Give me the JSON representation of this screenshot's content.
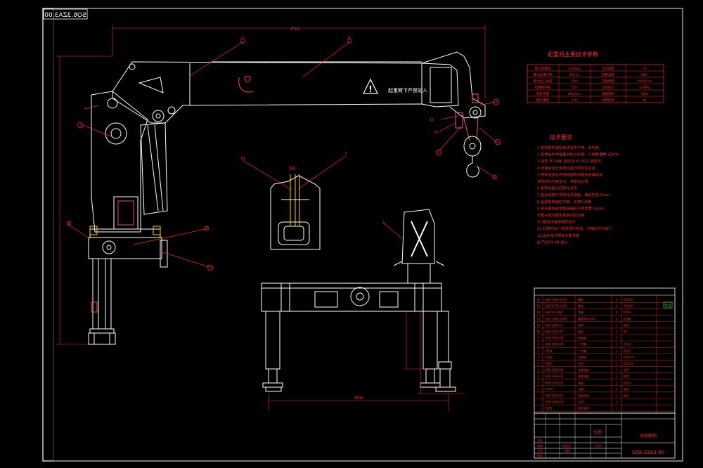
{
  "drawing": {
    "code": "SQ6.3ZA3.00",
    "code_mirrored": "SQ6.3ZA3.00",
    "title": "总装配图",
    "scale_label": "比例"
  },
  "warning": {
    "symbol": "!",
    "text": "起重臂下严禁站人"
  },
  "balloons": [
    "1",
    "2",
    "3",
    "4",
    "5",
    "6",
    "7",
    "8",
    "9",
    "10",
    "11",
    "12",
    "13",
    "14",
    "15"
  ],
  "dimensions": {
    "overall_length": "6700",
    "leg_span": "4500",
    "hook_size": "50",
    "rope": "8"
  },
  "params_table": {
    "title": "起重机主要技术参数",
    "rows": [
      [
        "最大起重量",
        "6300kg",
        "工作幅度",
        "7m"
      ],
      [
        "最大起重力矩",
        "15t.m",
        "回转角度",
        "360°"
      ],
      [
        "最大起升高度",
        "10m",
        "支腿跨度",
        "4500mm"
      ],
      [
        "起重臂伸缩",
        "2节",
        "工作压力",
        "25MPa"
      ],
      [
        "额定流量",
        "40L/min",
        "油箱容积",
        "120L"
      ],
      [
        "整机重量",
        "2.8t",
        "适用底盘",
        "8t"
      ]
    ]
  },
  "notes": {
    "title": "技术要求",
    "items": [
      "1.各零部件装配前须清洗干净，去毛刺。",
      "2.各焊接件焊缝要求均匀牢固，不得有漏焊 2000h",
      "3.油漆 YC-N46 液压油 YC-N32 液压油",
      "4.安装后液压系统应进行密封性试验",
      "5.所有液压元件须按说明书要求安装调试",
      "  试验时应注意安全，并做好记录",
      "6.各转动部位应转动灵活",
      "7.各运动部件须加注润滑脂，每班检查 2mm",
      "8.起重臂伸缩应平稳，无爬行现象",
      "9.液压系统各管路连接处不得渗漏 15mm",
      "  空载试验及额定载荷试验合格",
      "10.整机涂装按规定执行",
      "11.起重机出厂前须进行检验，合格后方可出厂",
      "12.其余未注明技术要求按",
      "  JB/T5897-94 执行"
    ]
  },
  "bom": {
    "badge": "标准",
    "rows": [
      [
        "15",
        "GB/T5783-2000",
        "螺栓",
        "4",
        "Q235A",
        ""
      ],
      [
        "14",
        "GB/T6170-2000",
        "螺母",
        "4",
        "Q235A",
        ""
      ],
      [
        "13",
        "GB/T93-1987",
        "垫圈",
        "8",
        "65Mn",
        ""
      ],
      [
        "12",
        "GB/T5783-2000",
        "螺栓M16x50",
        "6",
        "8.8级",
        ""
      ],
      [
        "11",
        "SQ6.3ZA3.11",
        "吊钩",
        "1",
        "组件",
        ""
      ],
      [
        "10",
        "SQ6.3ZA3.10",
        "滑轮",
        "1",
        "45",
        ""
      ],
      [
        "9",
        "SQ6.3ZA3.09",
        "钢丝绳",
        "1",
        "",
        ""
      ],
      [
        "8",
        "SQ6.3ZA3.08",
        "二节臂",
        "1",
        "Q345",
        ""
      ],
      [
        "7",
        "YZ04",
        "一节臂",
        "1",
        "Q345",
        ""
      ],
      [
        "6",
        "YZ03",
        "回转座",
        "1",
        "Q345-A",
        ""
      ],
      [
        "5",
        "YZ02",
        "立柱",
        "1",
        "ZG310",
        ""
      ],
      [
        "4",
        "SQ6.3ZA3.04",
        "变幅油缸",
        "1",
        "组件",
        ""
      ],
      [
        "3",
        "SQ6.3ZA3.03",
        "伸缩油缸",
        "1",
        "组件",
        ""
      ],
      [
        "2",
        "SQ6.3ZA3.02",
        "底座",
        "1",
        "Q345",
        ""
      ],
      [
        "1",
        "F-P04",
        "支腿",
        "2",
        "组件",
        ""
      ],
      [
        "",
        "SQ6.3ZA3.01",
        "回转机构",
        "1",
        "组件",
        ""
      ],
      [
        "",
        "SQ6.3ZA3.00",
        "总装",
        "1",
        "",
        ""
      ],
      [
        "",
        "YZ06",
        "液压系统",
        "1",
        "",
        ""
      ]
    ]
  },
  "title_block": {
    "labels": [
      "设计",
      "审核",
      "工艺",
      "批准",
      "标准化",
      "日期"
    ],
    "scale": "1:20"
  }
}
